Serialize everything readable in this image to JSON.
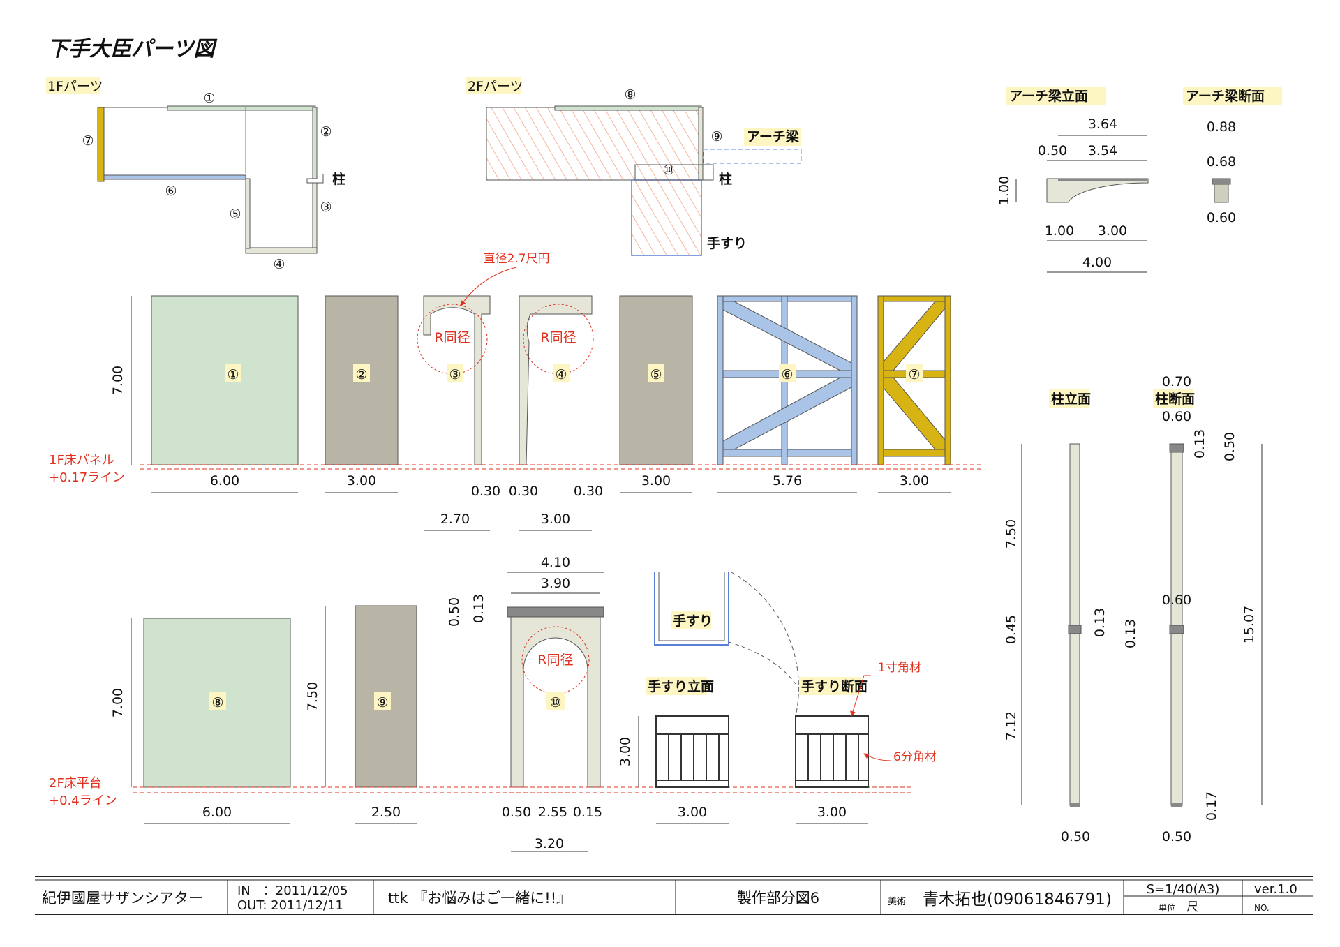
{
  "title": "下手大臣パーツ図",
  "section_1f": "1Fパーツ",
  "section_2f": "2Fパーツ",
  "arch_elev_title": "アーチ梁立面",
  "arch_sect_title": "アーチ梁断面",
  "pillar_elev_title": "柱立面",
  "pillar_sect_title": "柱断面",
  "labels": {
    "n1": "①",
    "n2": "②",
    "n3": "③",
    "n4": "④",
    "n5": "⑤",
    "n6": "⑥",
    "n7": "⑦",
    "n8": "⑧",
    "n9": "⑨",
    "n10": "⑩",
    "pillar": "柱",
    "arch_beam": "アーチ梁",
    "handrail": "手すり",
    "handrail_elev": "手すり立面",
    "handrail_sect": "手すり断面"
  },
  "notes": {
    "diameter": "直径2.7尺円",
    "r_same": "R同径",
    "floor1": "1F床パネル",
    "floor1_line": "+0.17ライン",
    "floor2": "2F床平台",
    "floor2_line": "+0.4ライン",
    "one_sun": "1寸角材",
    "six_bu": "6分角材"
  },
  "dims": {
    "d364": "3.64",
    "d050": "0.50",
    "d354": "3.54",
    "d100": "1.00",
    "d300": "3.00",
    "d400": "4.00",
    "d088": "0.88",
    "d068": "0.68",
    "d060": "0.60",
    "d700": "7.00",
    "d600": "6.00",
    "d270": "2.70",
    "d030": "0.30",
    "d576": "5.76",
    "d410": "4.10",
    "d390": "3.90",
    "d013": "0.13",
    "d750": "7.50",
    "d250": "2.50",
    "d255": "2.55",
    "d015": "0.15",
    "d320": "3.20",
    "d070": "0.70",
    "d045": "0.45",
    "d712": "7.12",
    "d1507": "15.07",
    "d017": "0.17"
  },
  "title_block": {
    "theater": "紀伊國屋サザンシアター",
    "in_date": "IN　：2011/12/05",
    "out_date": "OUT: 2011/12/11",
    "production": "ttk 『お悩みはご一緒に!!』",
    "drawing": "製作部分図6",
    "role": "美術",
    "designer": "青木拓也(09061846791)",
    "scale": "S=1/40(A3)",
    "unit_label": "単位",
    "unit": "尺",
    "version": "ver.1.0",
    "no": "NO."
  },
  "colors": {
    "green_panel": "#cfe3cf",
    "gray_panel": "#b8b5a6",
    "cream_panel": "#e6e6d8",
    "blue_frame": "#a9c4e6",
    "yellow_frame": "#d8b314",
    "red_note": "#e0301e",
    "label_bg": "#fdf6c3"
  }
}
